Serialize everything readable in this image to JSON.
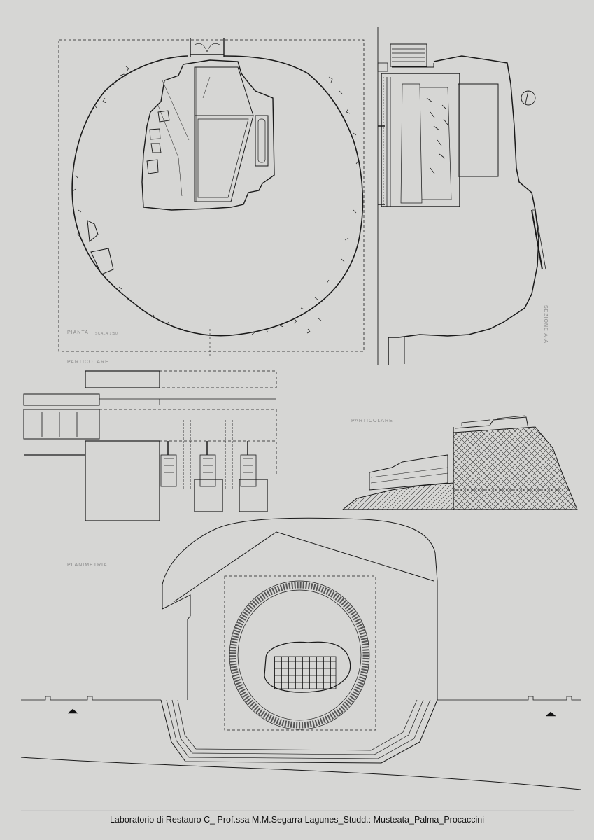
{
  "drawings": {
    "plan": {
      "label": "PIANTA",
      "scale": "Scala 1:50"
    },
    "section": {
      "label": "SEZIONE A-A"
    },
    "detail_left": {
      "label": "PARTICOLARE"
    },
    "detail_right": {
      "label": "PARTICOLARE"
    },
    "site_plan": {
      "label": "PLANIMETRIA"
    }
  },
  "caption": "Laboratorio di Restauro C_ Prof.ssa M.M.Segarra Lagunes_Studd.: Musteata_Palma_Procaccini",
  "colors": {
    "paper": "#d6d6d4",
    "ink": "#1a1a1a",
    "faint": "#8a8a8a"
  }
}
